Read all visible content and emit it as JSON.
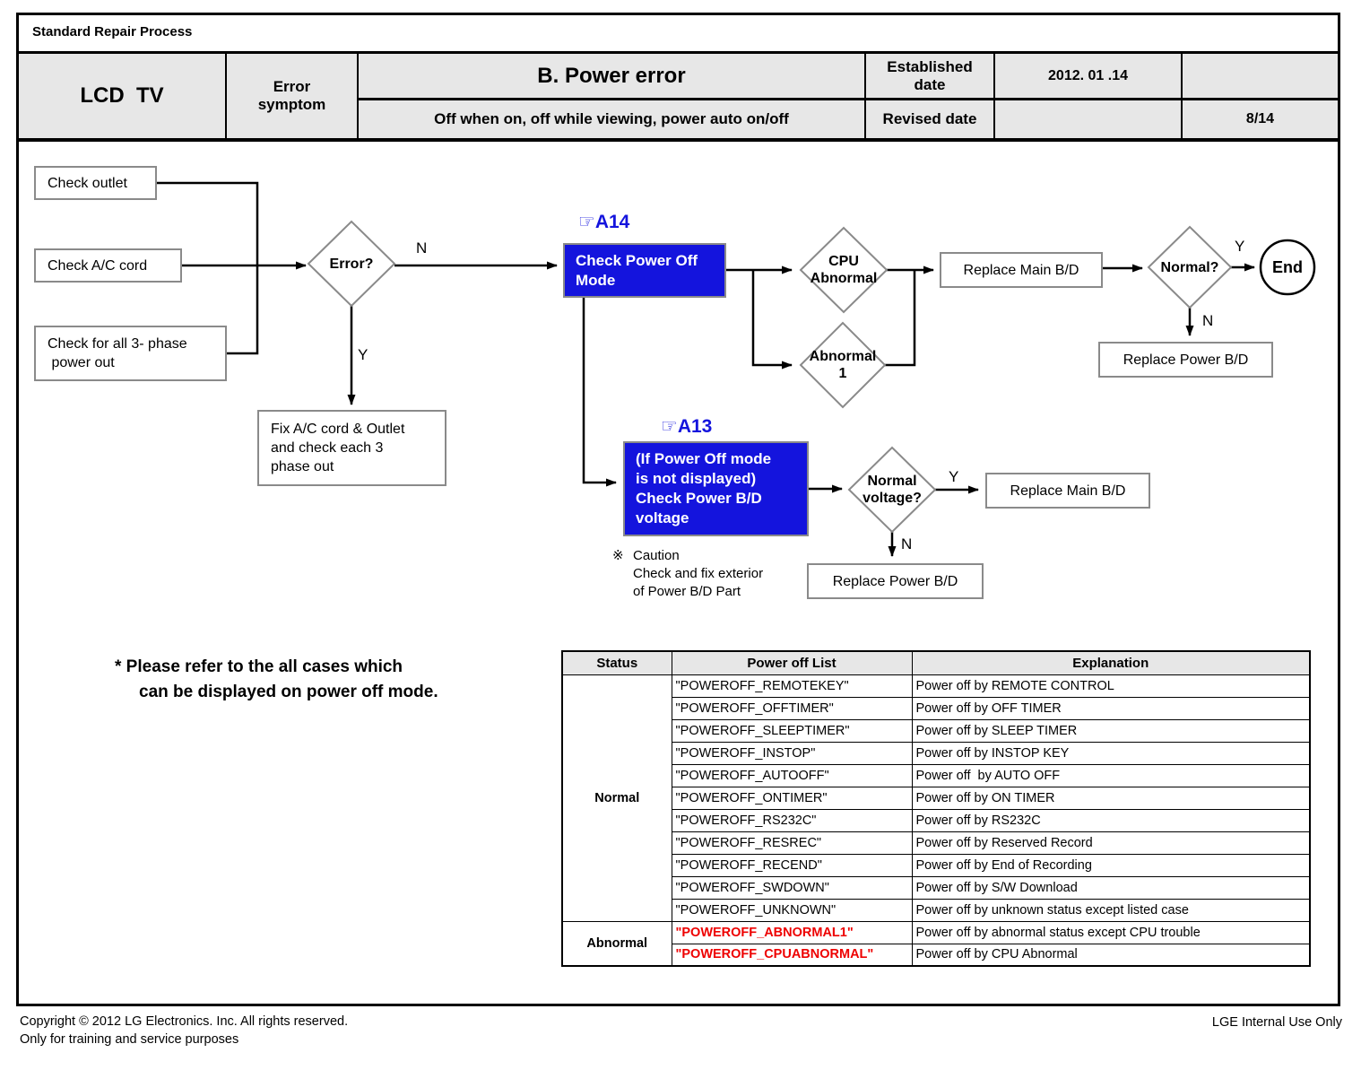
{
  "colors": {
    "accent_blue": "#1414dd",
    "alert_red": "#ee0000",
    "header_gray": "#e7e7e7",
    "box_border_gray": "#8a8a8a"
  },
  "header": {
    "process_title": "Standard Repair Process",
    "product": "LCD  TV",
    "symptom_label": "Error\nsymptom",
    "error_title": "B. Power error",
    "error_subtitle": "Off when on, off while viewing, power auto on/off",
    "established_label": "Established\ndate",
    "established_value": "2012. 01 .14",
    "revised_label": "Revised date",
    "revised_value": "",
    "page_number": "8/14"
  },
  "flowchart": {
    "check_outlet": "Check outlet",
    "check_ac_cord": "Check A/C cord",
    "check_3phase": "Check for all 3- phase\n power out",
    "fix_box": "Fix A/C cord & Outlet\nand check each 3\nphase out",
    "error_diamond": "Error?",
    "a14_ref": "☞A14",
    "a14_box": "Check Power Off\nMode",
    "cpu_abnormal_diamond": "CPU\nAbnormal",
    "abnormal1_diamond": "Abnormal\n1",
    "replace_main_1": "Replace Main B/D",
    "normal_diamond": "Normal?",
    "end_node": "End",
    "replace_power_1": "Replace Power B/D",
    "a13_ref": "☞A13",
    "a13_box": "(If Power Off mode\nis not displayed)\nCheck Power B/D\nvoltage",
    "caution_mark": "※",
    "caution_text": "Caution\nCheck and fix exterior\nof Power B/D Part",
    "normal_voltage_diamond": "Normal\nvoltage?",
    "replace_main_2": "Replace Main B/D",
    "replace_power_2": "Replace Power B/D",
    "label_n": "N",
    "label_y": "Y",
    "note_line1": "*  Please refer to the all cases which",
    "note_line2": "can be displayed on power off mode."
  },
  "table": {
    "headers": [
      "Status",
      "Power off List",
      "Explanation"
    ],
    "status_normal": "Normal",
    "status_abnormal": "Abnormal",
    "rows": [
      {
        "item": "\"POWEROFF_REMOTEKEY\"",
        "explanation": "Power off by REMOTE CONTROL"
      },
      {
        "item": "\"POWEROFF_OFFTIMER\"",
        "explanation": "Power off by OFF TIMER"
      },
      {
        "item": "\"POWEROFF_SLEEPTIMER\"",
        "explanation": "Power off by SLEEP TIMER"
      },
      {
        "item": "\"POWEROFF_INSTOP\"",
        "explanation": "Power off by INSTOP KEY"
      },
      {
        "item": "\"POWEROFF_AUTOOFF\"",
        "explanation": "Power off  by AUTO OFF"
      },
      {
        "item": "\"POWEROFF_ONTIMER\"",
        "explanation": "Power off by ON TIMER"
      },
      {
        "item": "\"POWEROFF_RS232C\"",
        "explanation": "Power off by RS232C"
      },
      {
        "item": "\"POWEROFF_RESREC\"",
        "explanation": "Power off by Reserved Record"
      },
      {
        "item": "\"POWEROFF_RECEND\"",
        "explanation": "Power off by End of Recording"
      },
      {
        "item": "\"POWEROFF_SWDOWN\"",
        "explanation": "Power off by S/W Download"
      },
      {
        "item": "\"POWEROFF_UNKNOWN\"",
        "explanation": "Power off by unknown status except listed case"
      },
      {
        "item": "\"POWEROFF_ABNORMAL1\"",
        "explanation": "Power off by abnormal status except CPU trouble"
      },
      {
        "item": "\"POWEROFF_CPUABNORMAL\"",
        "explanation": "Power off by CPU Abnormal"
      }
    ]
  },
  "footer": {
    "copyright_line1": "Copyright © 2012 LG Electronics. Inc. All rights reserved.",
    "copyright_line2": "Only for training and service purposes",
    "internal_use": "LGE Internal Use Only"
  }
}
